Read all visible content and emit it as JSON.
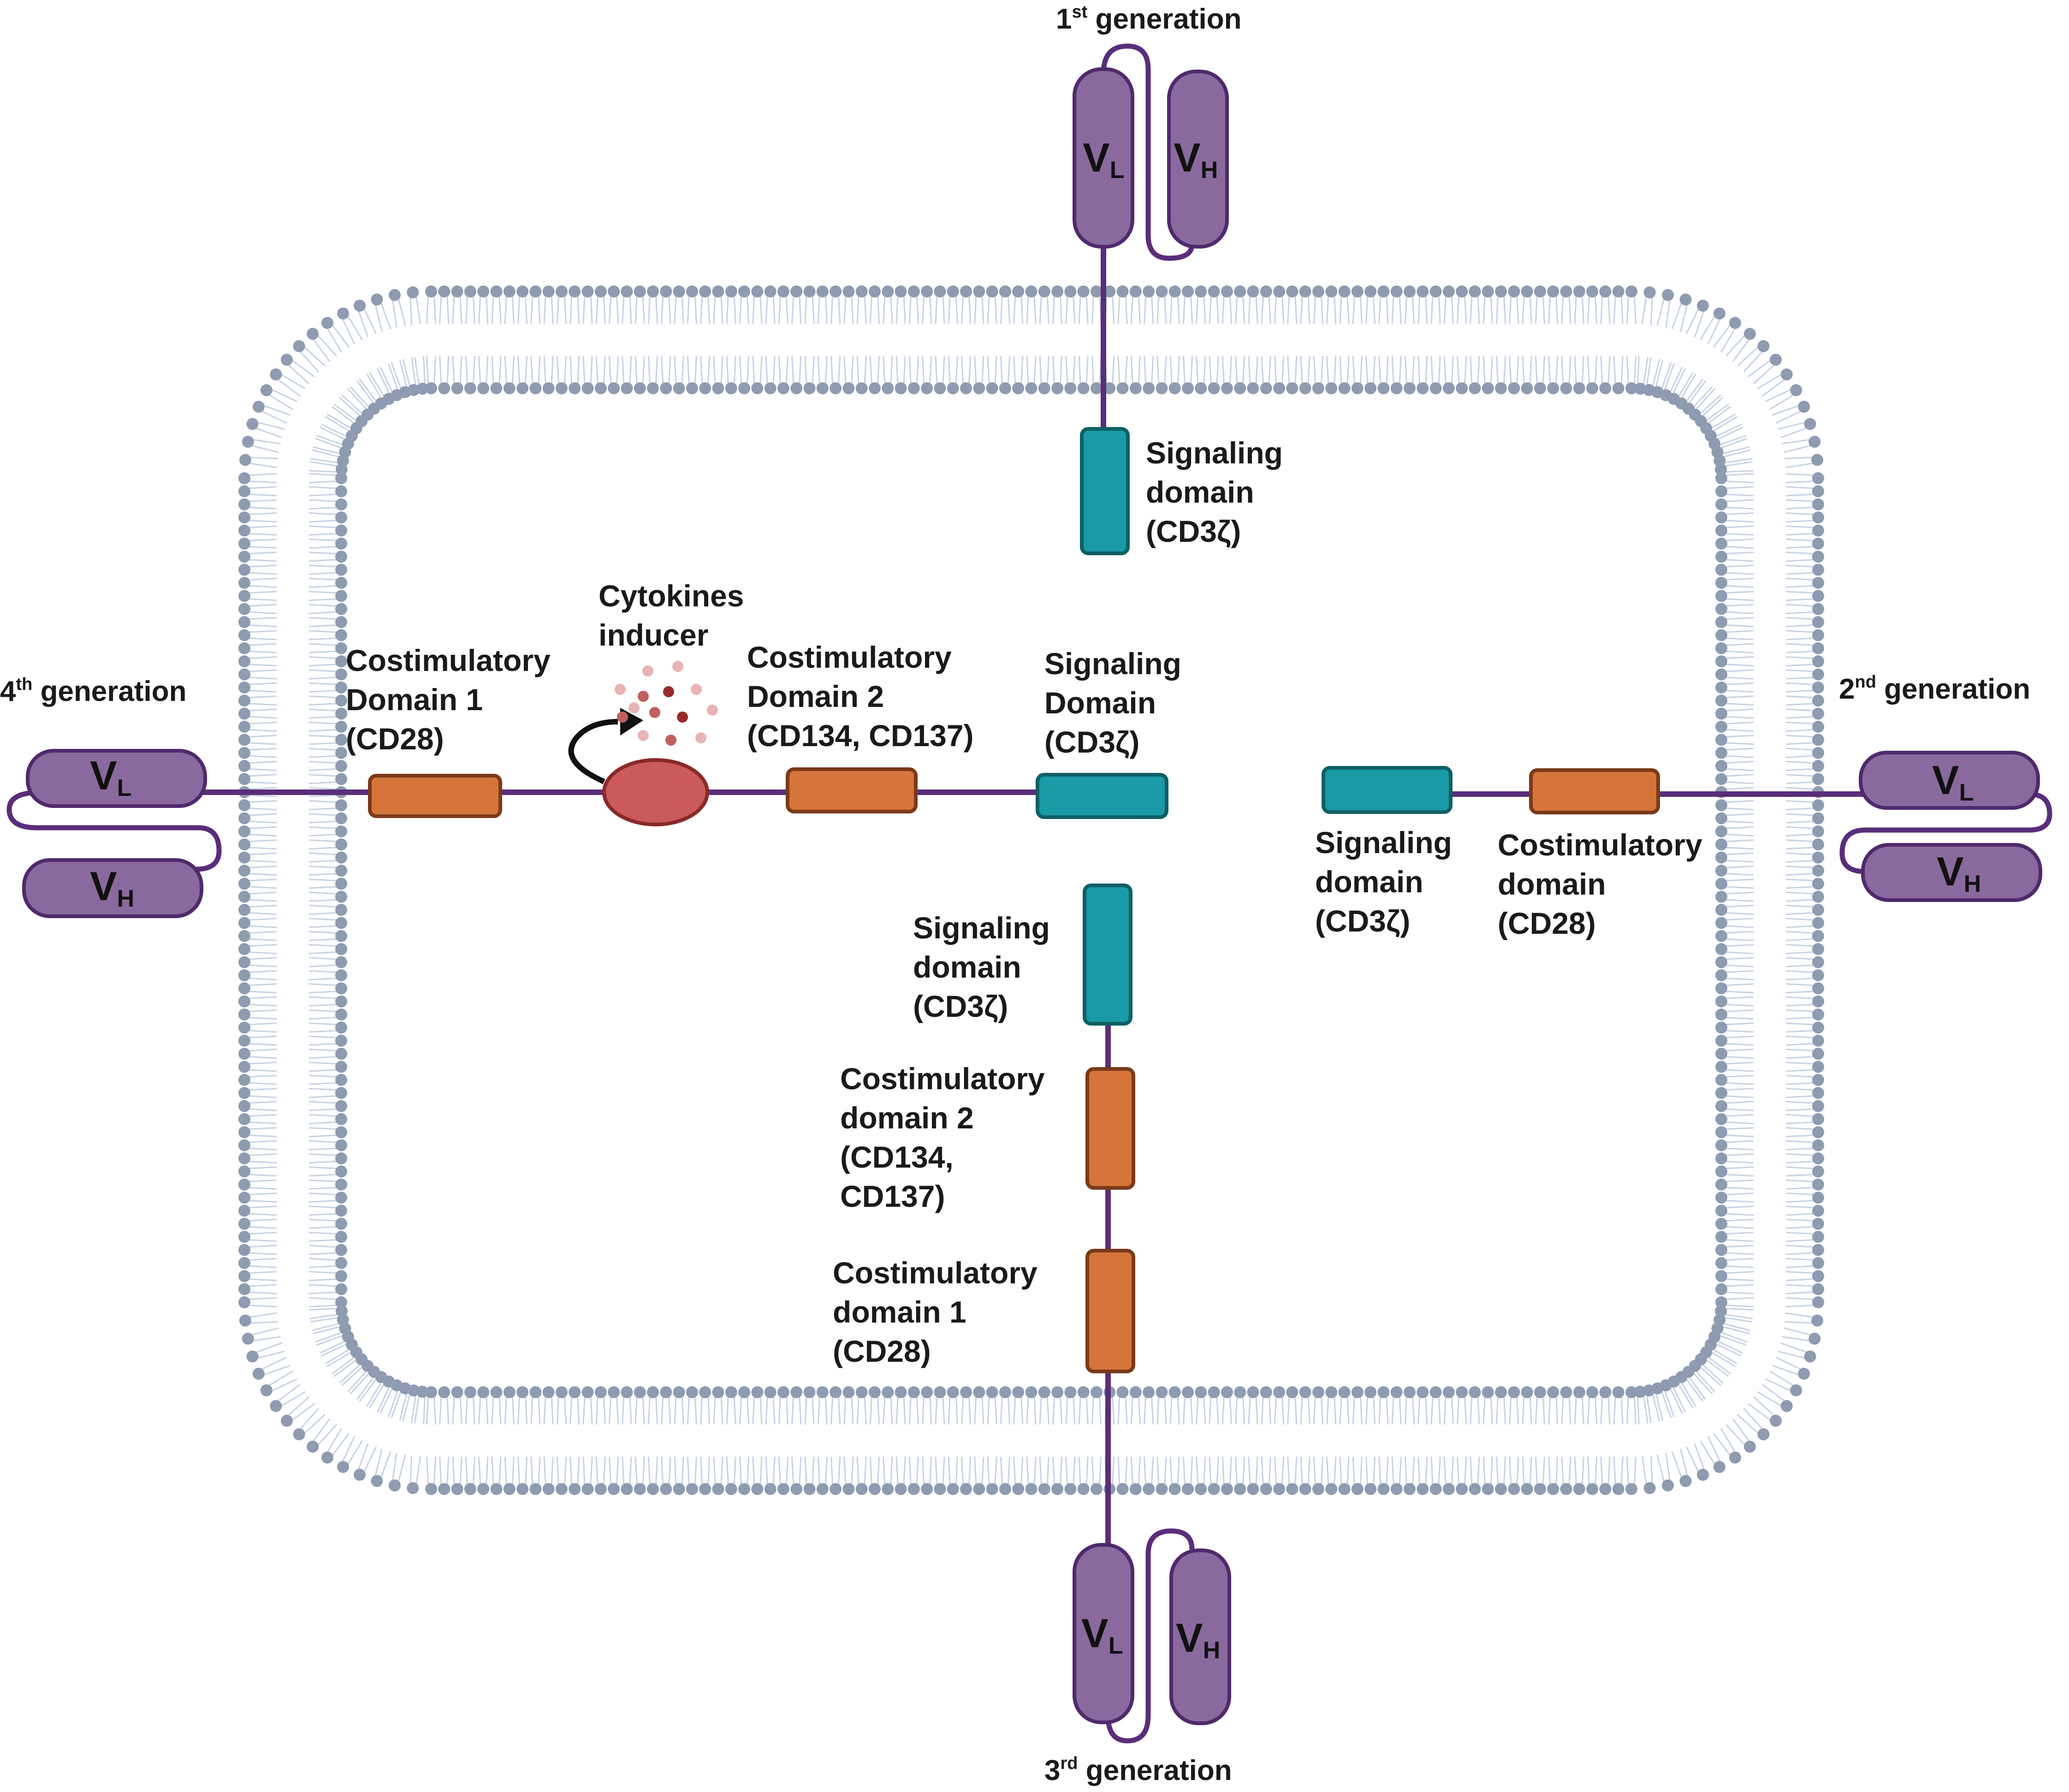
{
  "colors": {
    "membrane_head": "#8e9bb0",
    "membrane_tail": "#c7d2e3",
    "linker": "#5a2d7a",
    "scfv_fill": "#8a6a9e",
    "scfv_stroke": "#4f2a6b",
    "signaling_fill": "#1a9aa6",
    "signaling_stroke": "#0f5f66",
    "costim_fill": "#d6753a",
    "costim_stroke": "#7a3a1a",
    "inducer_fill": "#cc5a5a",
    "inducer_stroke": "#8a2a2a",
    "cytokine_dots": [
      "#e8b4b4",
      "#c06060",
      "#9a2a2a"
    ]
  },
  "scfv": {
    "vl": {
      "letter": "V",
      "sub": "L"
    },
    "vh": {
      "letter": "V",
      "sub": "H"
    }
  },
  "gen1": {
    "title_num": "1",
    "title_sup": "st",
    "title_rest": " generation",
    "signaling": [
      "Signaling",
      "domain",
      "(CD3ζ)"
    ]
  },
  "gen2": {
    "title_num": "2",
    "title_sup": "nd",
    "title_rest": " generation",
    "signaling": [
      "Signaling",
      "domain",
      "(CD3ζ)"
    ],
    "costim": [
      "Costimulatory",
      "domain",
      "(CD28)"
    ]
  },
  "gen3": {
    "title_num": "3",
    "title_sup": "rd",
    "title_rest": " generation",
    "signaling": [
      "Signaling",
      "domain",
      "(CD3ζ)"
    ],
    "costim2": [
      "Costimulatory",
      "domain 2",
      "(CD134,",
      "CD137)"
    ],
    "costim1": [
      "Costimulatory",
      "domain 1",
      "(CD28)"
    ]
  },
  "gen4": {
    "title_num": "4",
    "title_sup": "th",
    "title_rest": " generation",
    "costim1": [
      "Costimulatory",
      "Domain 1",
      "(CD28)"
    ],
    "cytokines": [
      "Cytokines",
      "inducer"
    ],
    "costim2": [
      "Costimulatory",
      " Domain 2",
      "(CD134, CD137)"
    ],
    "signaling": [
      "Signaling",
      "Domain",
      "(CD3ζ)"
    ]
  }
}
